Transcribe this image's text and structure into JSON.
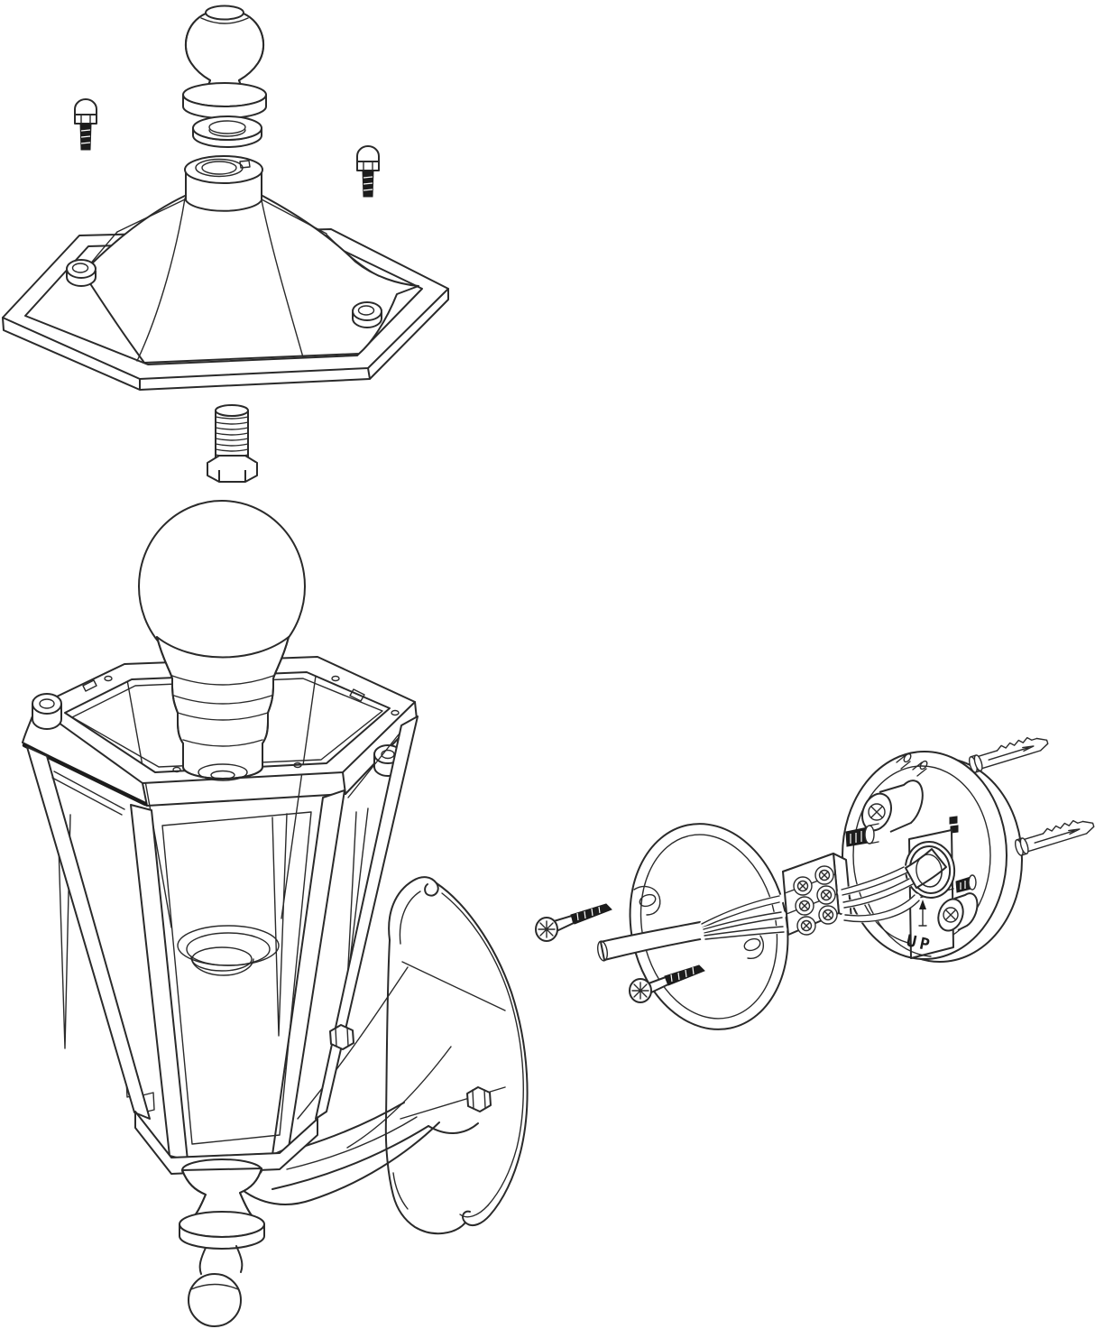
{
  "page": {
    "background": "#ffffff"
  },
  "diagram": {
    "type": "exploded-assembly-line-drawing",
    "subject": "outdoor wall lantern assembly instructions",
    "line_color": "#2a2a2a",
    "dark_fill_color": "#1c1c1c",
    "background_color": "#ffffff",
    "labels": {
      "up": "UP"
    },
    "parts": [
      {
        "id": "finial-cap",
        "label": "finial cap"
      },
      {
        "id": "washer",
        "label": "washer"
      },
      {
        "id": "cap-screw-left",
        "label": "cap screw"
      },
      {
        "id": "cap-screw-right",
        "label": "cap screw"
      },
      {
        "id": "roof",
        "label": "hexagonal roof"
      },
      {
        "id": "hex-bolt",
        "label": "hex bolt"
      },
      {
        "id": "light-bulb",
        "label": "light bulb"
      },
      {
        "id": "lantern-body",
        "label": "hexagonal lantern body"
      },
      {
        "id": "bottom-finial",
        "label": "bottom finial"
      },
      {
        "id": "wall-bracket",
        "label": "wall bracket"
      },
      {
        "id": "gasket-ring",
        "label": "mounting ring"
      },
      {
        "id": "mounting-screw-1",
        "label": "mounting screw"
      },
      {
        "id": "mounting-screw-2",
        "label": "mounting screw"
      },
      {
        "id": "supply-cable",
        "label": "supply cable with wires"
      },
      {
        "id": "terminal-block",
        "label": "terminal block"
      },
      {
        "id": "mounting-plate",
        "label": "wall mounting plate"
      },
      {
        "id": "wall-plug-1",
        "label": "wall plug"
      },
      {
        "id": "wall-plug-2",
        "label": "wall plug"
      }
    ]
  }
}
